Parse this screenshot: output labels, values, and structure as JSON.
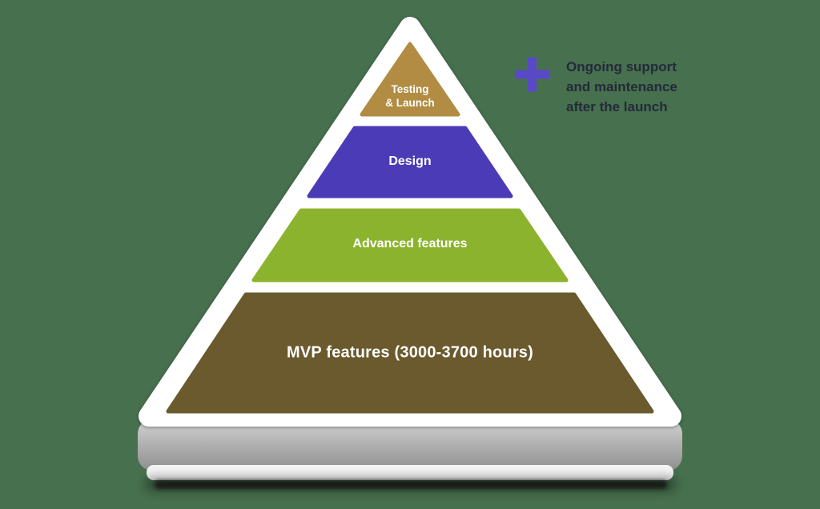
{
  "canvas": {
    "background_color": "#47704E"
  },
  "pyramid": {
    "label_text_color": "#FFFFFF",
    "layers": [
      {
        "id": "testing-launch",
        "label": "Testing & Launch",
        "label_lines": [
          "Testing",
          "& Launch"
        ],
        "color": "#B18C42"
      },
      {
        "id": "design",
        "label": "Design",
        "color": "#4C3BB6"
      },
      {
        "id": "advanced-features",
        "label": "Advanced features",
        "color": "#8CB32D"
      },
      {
        "id": "mvp-features",
        "label": "MVP features (3000-3700 hours)",
        "color": "#6A5A2D"
      }
    ]
  },
  "annotation": {
    "plus_color": "#5A49C6",
    "text_color": "#232A3A",
    "lines": [
      "Ongoing support",
      "and maintenance",
      "after the launch"
    ]
  }
}
